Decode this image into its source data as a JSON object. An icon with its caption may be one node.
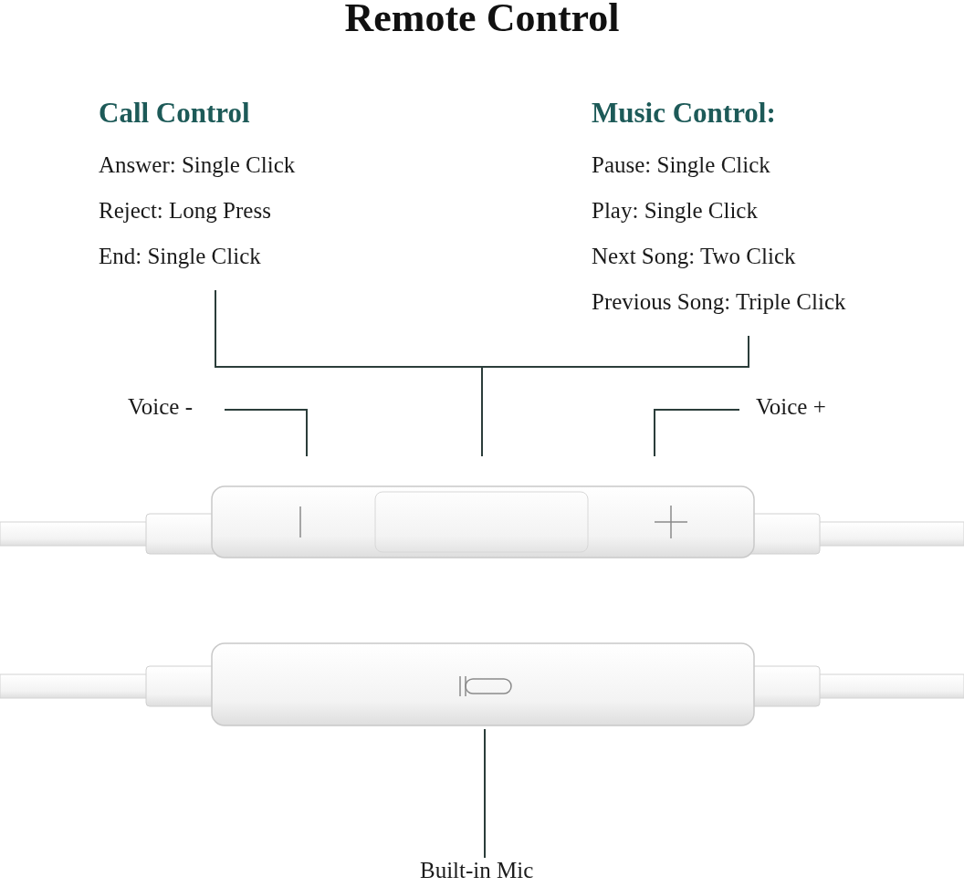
{
  "diagram": {
    "title": "Remote Control",
    "nodes": [
      {
        "text": [
          "Call Control",
          "Answer: Single Click",
          "Reject: Long Press",
          "End: Single Click"
        ]
      },
      {
        "text": [
          "Music Control:",
          "Pause: Single Click",
          "Play: Single Click",
          "Next Song: Two Click",
          "Previous Song: Triple Click"
        ]
      },
      {
        "text": [
          "Voice -"
        ]
      },
      {
        "text": [
          "Voice +"
        ]
      },
      {
        "text": [],
        "shape": "box"
      },
      {
        "text": [],
        "shape": "box"
      },
      {
        "text": [],
        "shape": "box"
      },
      {
        "text": [],
        "shape": "box"
      },
      {
        "text": [
          "Built-in Mic"
        ]
      }
    ],
    "edges": [
      {
        "from": 0,
        "to": 5,
        "arrow": "none"
      },
      {
        "from": 1,
        "to": 5,
        "arrow": "none"
      },
      {
        "from": 2,
        "to": 4,
        "arrow": "none"
      },
      {
        "from": 3,
        "to": 6,
        "arrow": "none"
      },
      {
        "from": 8,
        "to": 7,
        "arrow": "none"
      }
    ]
  }
}
